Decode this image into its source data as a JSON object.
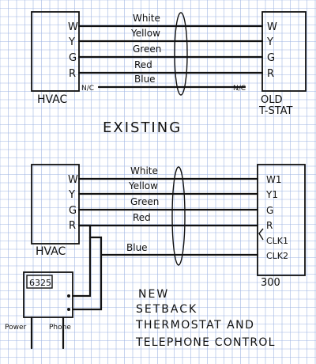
{
  "existing": {
    "hvac_label": "HVAC",
    "thermostat_label_line1": "OLD",
    "thermostat_label_line2": "T-STAT",
    "section_title": "EXISTING",
    "hvac_terminals": [
      "W",
      "Y",
      "G",
      "R"
    ],
    "thermostat_terminals": [
      "W",
      "Y",
      "G",
      "R"
    ],
    "wires": [
      {
        "color_name": "White"
      },
      {
        "color_name": "Yellow"
      },
      {
        "color_name": "Green"
      },
      {
        "color_name": "Red"
      },
      {
        "color_name": "Blue"
      }
    ],
    "nc_left": "N/C",
    "nc_right": "N/C"
  },
  "new": {
    "hvac_label": "HVAC",
    "hvac_terminals": [
      "W",
      "Y",
      "G",
      "R"
    ],
    "thermostat_terminals": [
      "W1",
      "Y1",
      "G",
      "R",
      "CLK1",
      "CLK2"
    ],
    "thermostat_model": "300",
    "control_module_label": "6325",
    "power_label": "Power",
    "phone_label": "Phone",
    "wires": [
      {
        "color_name": "White"
      },
      {
        "color_name": "Yellow"
      },
      {
        "color_name": "Green"
      },
      {
        "color_name": "Red"
      },
      {
        "color_name": "Blue"
      }
    ],
    "caption_lines": [
      "NEW",
      "SETBACK",
      "THERMOSTAT AND",
      "TELEPHONE CONTROL"
    ]
  }
}
